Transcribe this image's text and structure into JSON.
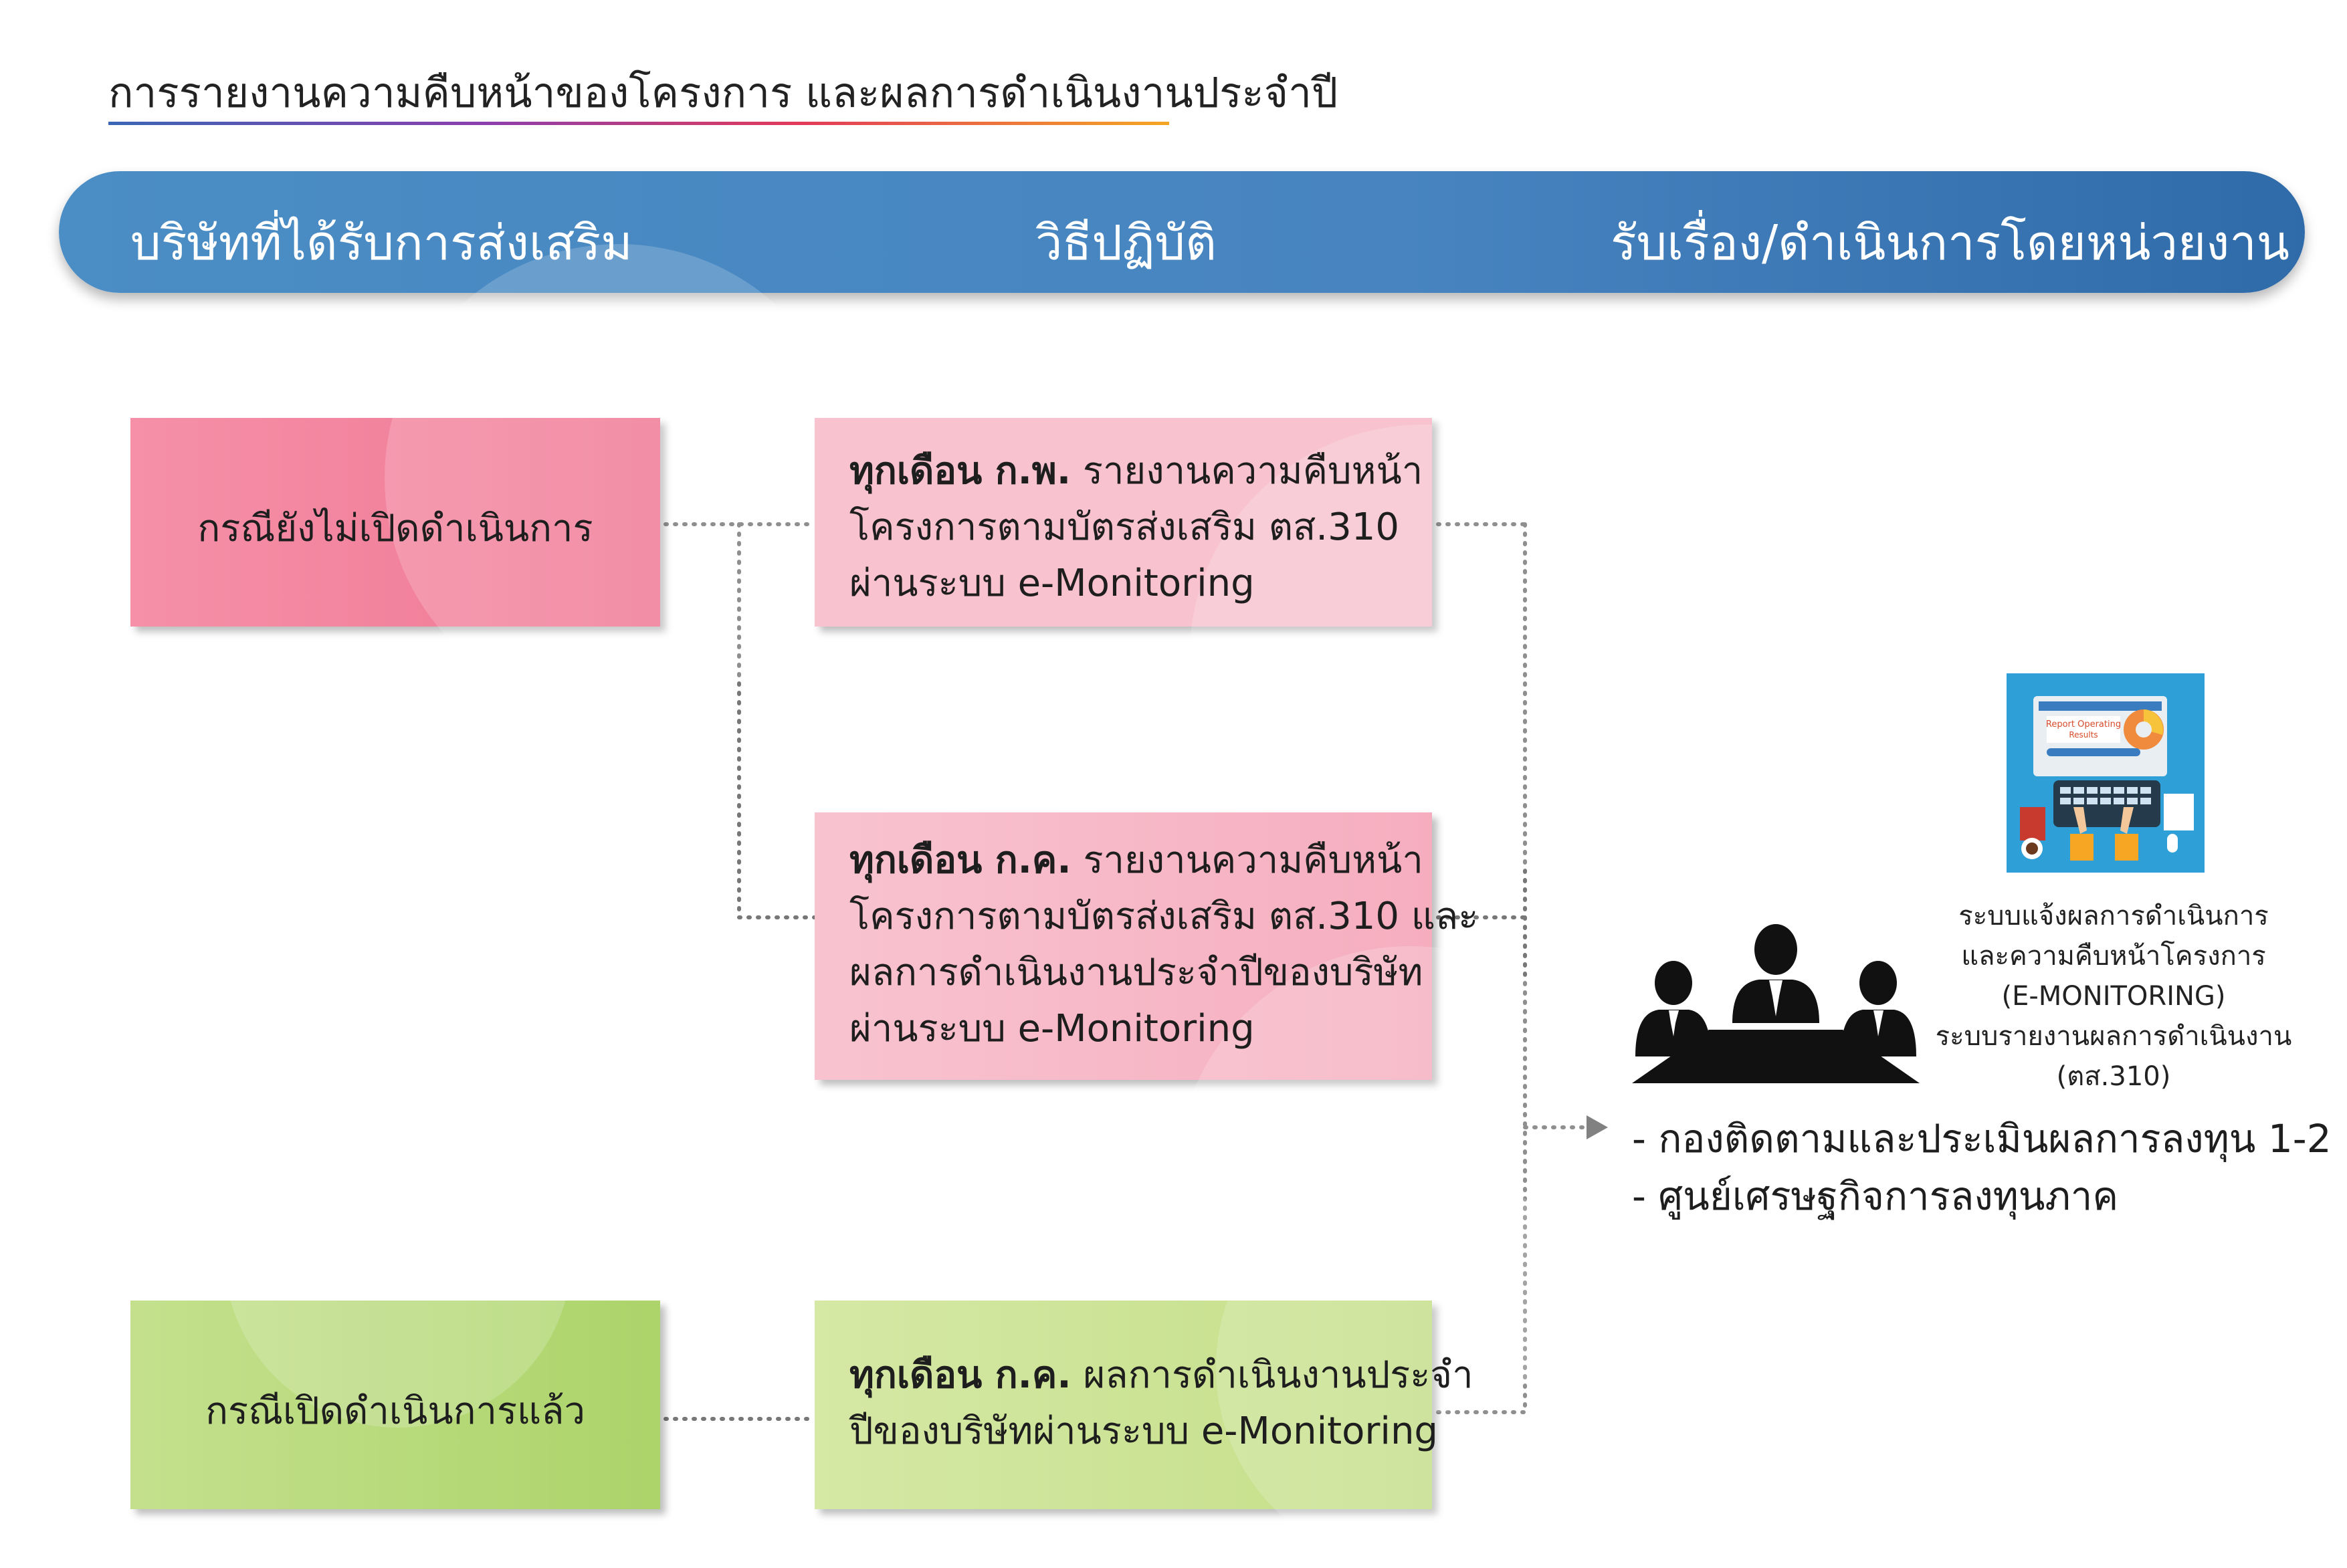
{
  "title": "การรายงานความคืบหน้าของโครงการ และผลการดำเนินงานประจำปี",
  "header": {
    "col1": "บริษัทที่ได้รับการส่งเสริม",
    "col2": "วิธีปฏิบัติ",
    "col3": "รับเรื่อง/ดำเนินการโดยหน่วยงาน"
  },
  "cases": {
    "not_started": "กรณียังไม่เปิดดำเนินการ",
    "started": "กรณีเปิดดำเนินการแล้ว"
  },
  "procedures": {
    "p1": {
      "bold": "ทุกเดือน ก.พ.",
      "line1_rest": " รายงานความคืบหน้า",
      "line2": "โครงการตามบัตรส่งเสริม ตส.310",
      "line3": "ผ่านระบบ e-Monitoring"
    },
    "p2": {
      "bold": "ทุกเดือน ก.ค.",
      "line1_rest": " รายงานความคืบหน้า",
      "line2": "โครงการตามบัตรส่งเสริม ตส.310 และ",
      "line3": "ผลการดำเนินงานประจำปีของบริษัท",
      "line4": "ผ่านระบบ e-Monitoring"
    },
    "p3": {
      "bold": "ทุกเดือน ก.ค.",
      "line1_rest": " ผลการดำเนินงานประจำ",
      "line2": "ปีของบริษัทผ่านระบบ e-Monitoring"
    }
  },
  "system": {
    "image_caption_1": "Report Operating",
    "image_caption_2": "Results",
    "line1": "ระบบแจ้งผลการดำเนินการ",
    "line2": "และความคืบหน้าโครงการ",
    "line3": "(E-MONITORING)",
    "line4": "ระบบรายงานผลการดำเนินงาน",
    "line5": "(ตส.310)"
  },
  "agencies": {
    "a1": "- กองติดตามและประเมินผลการลงทุน 1-2",
    "a2": "- ศูนย์เศรษฐกิจการลงทุนภาค"
  },
  "colors": {
    "header": "#4784c0",
    "pink_dark": "#f07995",
    "pink_light": "#f9c3cf",
    "pink_mid": "#f7b4c4",
    "green_dark": "#b7d97a",
    "green_light": "#d2e6a0",
    "connector": "#777777"
  }
}
